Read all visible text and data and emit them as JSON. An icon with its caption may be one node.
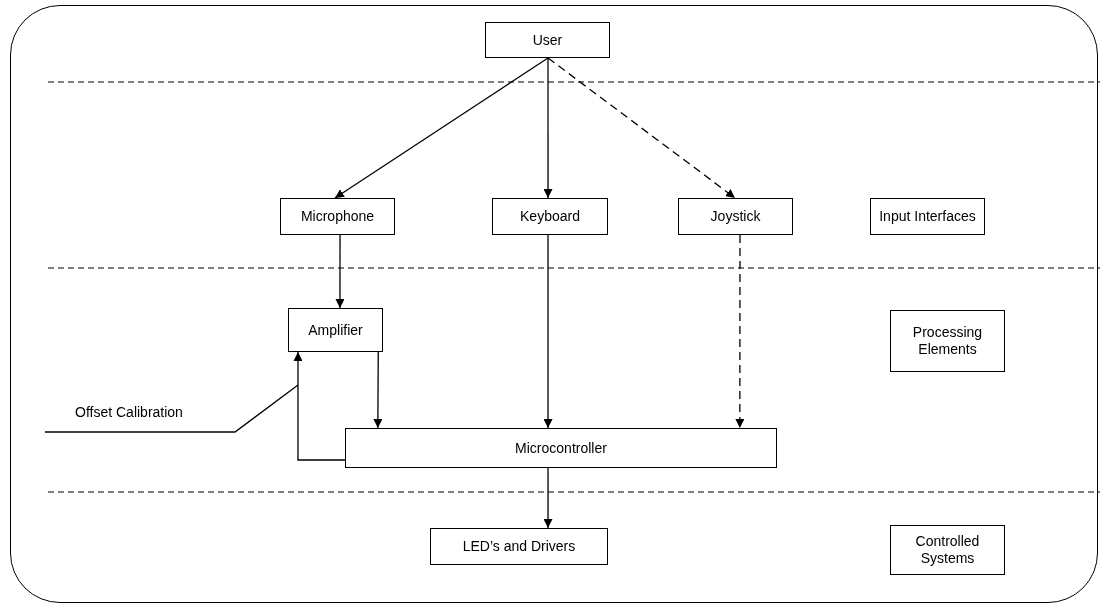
{
  "diagram": {
    "nodes": [
      {
        "text": [
          "User"
        ]
      },
      {
        "text": [
          "Microphone"
        ]
      },
      {
        "text": [
          "Keyboard"
        ]
      },
      {
        "text": [
          "Joystick"
        ]
      },
      {
        "text": [
          "Input Interfaces"
        ]
      },
      {
        "text": [
          "Amplifier"
        ]
      },
      {
        "text": [
          "Processing Elements"
        ]
      },
      {
        "text": [
          "Offset Calibration"
        ]
      },
      {
        "text": [
          "Microcontroller"
        ]
      },
      {
        "text": [
          "LED’s and Drivers"
        ]
      },
      {
        "text": [
          "Controlled Systems"
        ]
      }
    ],
    "edges": [
      {
        "from": 0,
        "to": 1,
        "arrow": "to"
      },
      {
        "from": 0,
        "to": 2,
        "arrow": "to"
      },
      {
        "from": 0,
        "to": 3,
        "arrow": "to",
        "style": "dashed"
      },
      {
        "from": 1,
        "to": 5,
        "arrow": "to"
      },
      {
        "from": 2,
        "to": 8,
        "arrow": "to"
      },
      {
        "from": 3,
        "to": 8,
        "arrow": "to",
        "style": "dashed"
      },
      {
        "from": 5,
        "to": 8,
        "arrow": "to"
      },
      {
        "from": 8,
        "to": 5,
        "arrow": "to"
      },
      {
        "from": 7,
        "to": null,
        "arrow": "none"
      },
      {
        "from": 8,
        "to": 9,
        "arrow": "to"
      }
    ]
  }
}
